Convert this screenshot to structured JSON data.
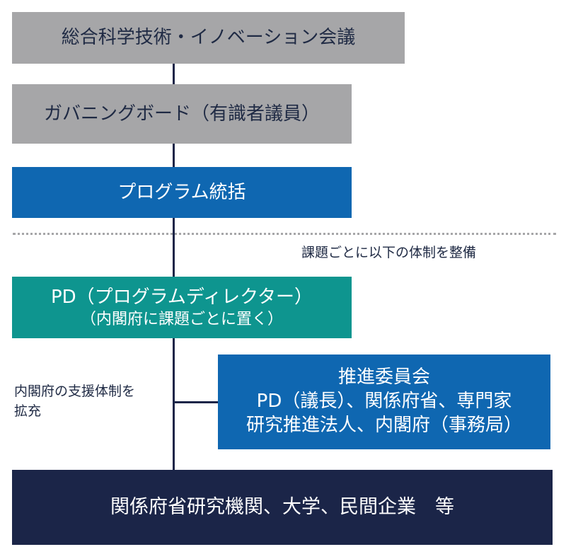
{
  "nodes": {
    "council": "総合科学技術・イノベーション会議",
    "governing_board": "ガバニングボード（有識者議員）",
    "program_integration": "プログラム統括",
    "pd_line1": "PD（プログラムディレクター）",
    "pd_line2": "（内閣府に課題ごとに置く）",
    "committee_line1": "推進委員会",
    "committee_line2": "PD（議長）、関係府省、専門家",
    "committee_line3": "研究推進法人、内閣府（事務局）",
    "institutions": "関係府省研究機関、大学、民間企業　等"
  },
  "notes": {
    "per_topic": "課題ごとに以下の体制を整備",
    "support_line1": "内閣府の支援体制を",
    "support_line2": "拡充"
  },
  "colors": {
    "gray": "#a6a6a8",
    "blue": "#0f67b1",
    "teal": "#0e958f",
    "navy": "#1b2548",
    "text_dark": "#1f2a44"
  }
}
